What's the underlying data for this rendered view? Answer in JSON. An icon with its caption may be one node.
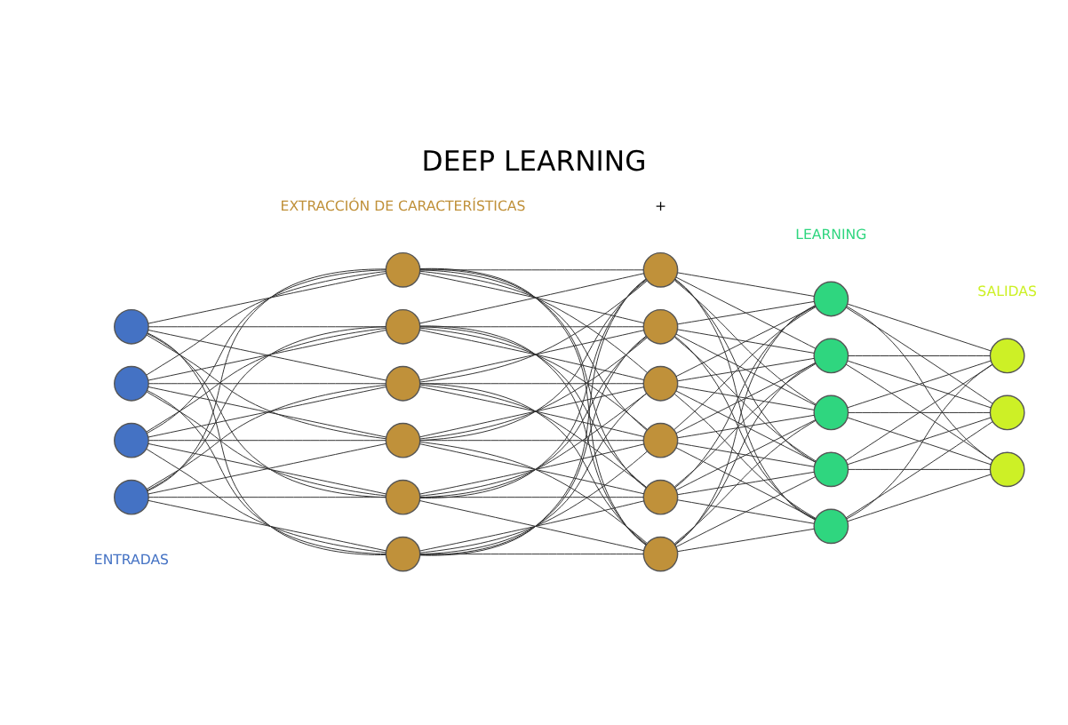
{
  "diagram": {
    "title": "DEEP LEARNING",
    "nodes": [
      {
        "text": [],
        "shape": "circle"
      },
      {
        "text": [],
        "shape": "circle"
      },
      {
        "text": [],
        "shape": "circle"
      },
      {
        "text": [],
        "shape": "circle"
      },
      {
        "text": [],
        "shape": "circle"
      },
      {
        "text": [],
        "shape": "circle"
      },
      {
        "text": [],
        "shape": "circle"
      },
      {
        "text": [],
        "shape": "circle"
      },
      {
        "text": [],
        "shape": "circle"
      },
      {
        "text": [],
        "shape": "circle"
      },
      {
        "text": [],
        "shape": "circle"
      },
      {
        "text": [],
        "shape": "circle"
      },
      {
        "text": [],
        "shape": "circle"
      },
      {
        "text": [],
        "shape": "circle"
      },
      {
        "text": [],
        "shape": "circle"
      },
      {
        "text": [],
        "shape": "circle"
      },
      {
        "text": [],
        "shape": "circle"
      },
      {
        "text": [],
        "shape": "circle"
      },
      {
        "text": [],
        "shape": "circle"
      },
      {
        "text": [],
        "shape": "circle"
      },
      {
        "text": [],
        "shape": "circle"
      },
      {
        "text": [],
        "shape": "circle"
      },
      {
        "text": [],
        "shape": "circle"
      },
      {
        "text": [],
        "shape": "circle"
      }
    ],
    "edges": [
      {
        "from": 0,
        "to": 4,
        "arrow": "none"
      },
      {
        "from": 0,
        "to": 5,
        "arrow": "none"
      },
      {
        "from": 0,
        "to": 6,
        "arrow": "none"
      },
      {
        "from": 0,
        "to": 7,
        "arrow": "none"
      },
      {
        "from": 0,
        "to": 8,
        "arrow": "none"
      },
      {
        "from": 0,
        "to": 9,
        "arrow": "none"
      },
      {
        "from": 1,
        "to": 4,
        "arrow": "none"
      },
      {
        "from": 1,
        "to": 5,
        "arrow": "none"
      },
      {
        "from": 1,
        "to": 6,
        "arrow": "none"
      },
      {
        "from": 1,
        "to": 7,
        "arrow": "none"
      },
      {
        "from": 1,
        "to": 8,
        "arrow": "none"
      },
      {
        "from": 1,
        "to": 9,
        "arrow": "none"
      },
      {
        "from": 2,
        "to": 4,
        "arrow": "none"
      },
      {
        "from": 2,
        "to": 5,
        "arrow": "none"
      },
      {
        "from": 2,
        "to": 6,
        "arrow": "none"
      },
      {
        "from": 2,
        "to": 7,
        "arrow": "none"
      },
      {
        "from": 2,
        "to": 8,
        "arrow": "none"
      },
      {
        "from": 2,
        "to": 9,
        "arrow": "none"
      },
      {
        "from": 3,
        "to": 4,
        "arrow": "none"
      },
      {
        "from": 3,
        "to": 5,
        "arrow": "none"
      },
      {
        "from": 3,
        "to": 6,
        "arrow": "none"
      },
      {
        "from": 3,
        "to": 7,
        "arrow": "none"
      },
      {
        "from": 3,
        "to": 8,
        "arrow": "none"
      },
      {
        "from": 3,
        "to": 9,
        "arrow": "none"
      },
      {
        "from": 4,
        "to": 10,
        "arrow": "none"
      },
      {
        "from": 4,
        "to": 11,
        "arrow": "none"
      },
      {
        "from": 4,
        "to": 12,
        "arrow": "none"
      },
      {
        "from": 4,
        "to": 13,
        "arrow": "none"
      },
      {
        "from": 4,
        "to": 14,
        "arrow": "none"
      },
      {
        "from": 4,
        "to": 15,
        "arrow": "none"
      },
      {
        "from": 5,
        "to": 10,
        "arrow": "none"
      },
      {
        "from": 5,
        "to": 11,
        "arrow": "none"
      },
      {
        "from": 5,
        "to": 12,
        "arrow": "none"
      },
      {
        "from": 5,
        "to": 13,
        "arrow": "none"
      },
      {
        "from": 5,
        "to": 14,
        "arrow": "none"
      },
      {
        "from": 5,
        "to": 15,
        "arrow": "none"
      },
      {
        "from": 6,
        "to": 10,
        "arrow": "none"
      },
      {
        "from": 6,
        "to": 11,
        "arrow": "none"
      },
      {
        "from": 6,
        "to": 12,
        "arrow": "none"
      },
      {
        "from": 6,
        "to": 13,
        "arrow": "none"
      },
      {
        "from": 6,
        "to": 14,
        "arrow": "none"
      },
      {
        "from": 6,
        "to": 15,
        "arrow": "none"
      },
      {
        "from": 7,
        "to": 10,
        "arrow": "none"
      },
      {
        "from": 7,
        "to": 11,
        "arrow": "none"
      },
      {
        "from": 7,
        "to": 12,
        "arrow": "none"
      },
      {
        "from": 7,
        "to": 13,
        "arrow": "none"
      },
      {
        "from": 7,
        "to": 14,
        "arrow": "none"
      },
      {
        "from": 7,
        "to": 15,
        "arrow": "none"
      },
      {
        "from": 8,
        "to": 10,
        "arrow": "none"
      },
      {
        "from": 8,
        "to": 11,
        "arrow": "none"
      },
      {
        "from": 8,
        "to": 12,
        "arrow": "none"
      },
      {
        "from": 8,
        "to": 13,
        "arrow": "none"
      },
      {
        "from": 8,
        "to": 14,
        "arrow": "none"
      },
      {
        "from": 8,
        "to": 15,
        "arrow": "none"
      },
      {
        "from": 9,
        "to": 10,
        "arrow": "none"
      },
      {
        "from": 9,
        "to": 11,
        "arrow": "none"
      },
      {
        "from": 9,
        "to": 12,
        "arrow": "none"
      },
      {
        "from": 9,
        "to": 13,
        "arrow": "none"
      },
      {
        "from": 9,
        "to": 14,
        "arrow": "none"
      },
      {
        "from": 9,
        "to": 15,
        "arrow": "none"
      },
      {
        "from": 10,
        "to": 16,
        "arrow": "none"
      },
      {
        "from": 10,
        "to": 17,
        "arrow": "none"
      },
      {
        "from": 10,
        "to": 18,
        "arrow": "none"
      },
      {
        "from": 10,
        "to": 19,
        "arrow": "none"
      },
      {
        "from": 10,
        "to": 20,
        "arrow": "none"
      },
      {
        "from": 11,
        "to": 16,
        "arrow": "none"
      },
      {
        "from": 11,
        "to": 17,
        "arrow": "none"
      },
      {
        "from": 11,
        "to": 18,
        "arrow": "none"
      },
      {
        "from": 11,
        "to": 19,
        "arrow": "none"
      },
      {
        "from": 11,
        "to": 20,
        "arrow": "none"
      },
      {
        "from": 12,
        "to": 16,
        "arrow": "none"
      },
      {
        "from": 12,
        "to": 17,
        "arrow": "none"
      },
      {
        "from": 12,
        "to": 18,
        "arrow": "none"
      },
      {
        "from": 12,
        "to": 19,
        "arrow": "none"
      },
      {
        "from": 12,
        "to": 20,
        "arrow": "none"
      },
      {
        "from": 13,
        "to": 16,
        "arrow": "none"
      },
      {
        "from": 13,
        "to": 17,
        "arrow": "none"
      },
      {
        "from": 13,
        "to": 18,
        "arrow": "none"
      },
      {
        "from": 13,
        "to": 19,
        "arrow": "none"
      },
      {
        "from": 13,
        "to": 20,
        "arrow": "none"
      },
      {
        "from": 14,
        "to": 16,
        "arrow": "none"
      },
      {
        "from": 14,
        "to": 17,
        "arrow": "none"
      },
      {
        "from": 14,
        "to": 18,
        "arrow": "none"
      },
      {
        "from": 14,
        "to": 19,
        "arrow": "none"
      },
      {
        "from": 14,
        "to": 20,
        "arrow": "none"
      },
      {
        "from": 15,
        "to": 16,
        "arrow": "none"
      },
      {
        "from": 15,
        "to": 17,
        "arrow": "none"
      },
      {
        "from": 15,
        "to": 18,
        "arrow": "none"
      },
      {
        "from": 15,
        "to": 19,
        "arrow": "none"
      },
      {
        "from": 15,
        "to": 20,
        "arrow": "none"
      },
      {
        "from": 16,
        "to": 21,
        "arrow": "none"
      },
      {
        "from": 16,
        "to": 22,
        "arrow": "none"
      },
      {
        "from": 16,
        "to": 23,
        "arrow": "none"
      },
      {
        "from": 17,
        "to": 21,
        "arrow": "none"
      },
      {
        "from": 17,
        "to": 22,
        "arrow": "none"
      },
      {
        "from": 17,
        "to": 23,
        "arrow": "none"
      },
      {
        "from": 18,
        "to": 21,
        "arrow": "none"
      },
      {
        "from": 18,
        "to": 22,
        "arrow": "none"
      },
      {
        "from": 18,
        "to": 23,
        "arrow": "none"
      },
      {
        "from": 19,
        "to": 21,
        "arrow": "none"
      },
      {
        "from": 19,
        "to": 22,
        "arrow": "none"
      },
      {
        "from": 19,
        "to": 23,
        "arrow": "none"
      },
      {
        "from": 20,
        "to": 21,
        "arrow": "none"
      },
      {
        "from": 20,
        "to": 22,
        "arrow": "none"
      },
      {
        "from": 20,
        "to": 23,
        "arrow": "none"
      }
    ],
    "labels": [
      "EXTRACCIÓN DE CARACTERÍSTICAS",
      "+",
      "LEARNING",
      "ENTRADAS",
      "SALIDAS"
    ]
  }
}
